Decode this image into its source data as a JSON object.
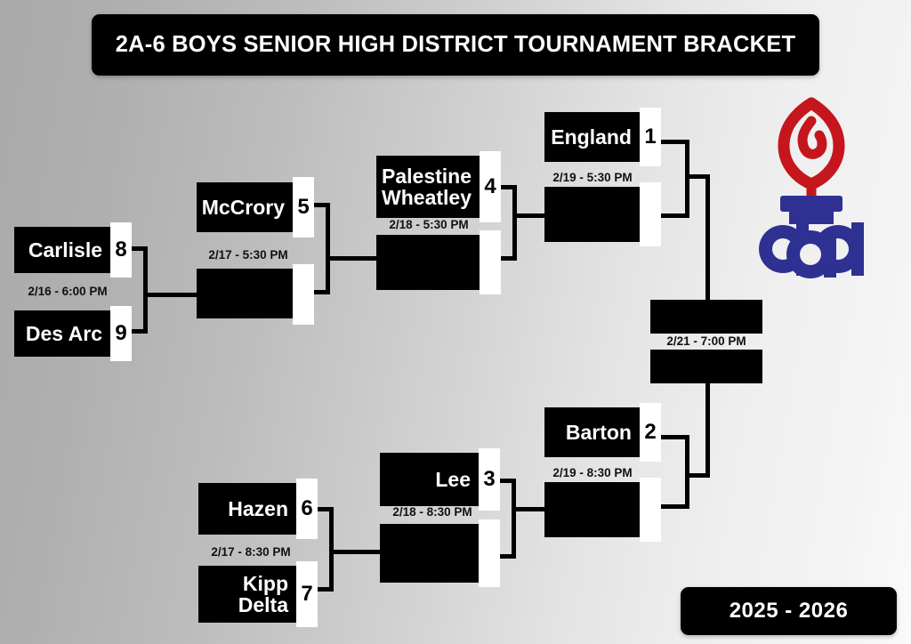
{
  "header": {
    "title": "2A-6 BOYS SENIOR HIGH DISTRICT TOURNAMENT BRACKET"
  },
  "season_badge": {
    "label": "2025 - 2026"
  },
  "logo": {
    "name": "aaa-logo",
    "alt": "Arkansas Activities Association torch logo",
    "flame_color": "#c4161c",
    "letters_color": "#2e3192"
  },
  "colors": {
    "slot_background": "#000000",
    "slot_text": "#ffffff",
    "seed_tab_background": "#ffffff",
    "seed_tab_text": "#000000",
    "connector": "#000000",
    "background_left": "#a9a9a9",
    "background_right": "#fafafa"
  },
  "bracket": {
    "rounds": [
      {
        "name": "play-in",
        "games": [
          {
            "id": "game-1",
            "time": "2/16 - 6:00 PM",
            "slots": [
              {
                "team": "Carlisle",
                "seed": "8"
              },
              {
                "team": "Des Arc",
                "seed": "9"
              }
            ]
          }
        ]
      },
      {
        "name": "first-round",
        "games": [
          {
            "id": "game-2",
            "time": "2/17 - 5:30 PM",
            "slots": [
              {
                "team": "McCrory",
                "seed": "5"
              },
              {
                "team": "",
                "seed": ""
              }
            ]
          },
          {
            "id": "game-3",
            "time": "2/17 - 8:30 PM",
            "slots": [
              {
                "team": "Hazen",
                "seed": "6"
              },
              {
                "team": "Kipp\nDelta",
                "seed": "7"
              }
            ]
          }
        ]
      },
      {
        "name": "quarterfinals",
        "games": [
          {
            "id": "game-4",
            "time": "2/18 - 5:30 PM",
            "slots": [
              {
                "team": "Palestine\nWheatley",
                "seed": "4"
              },
              {
                "team": "",
                "seed": ""
              }
            ]
          },
          {
            "id": "game-5",
            "time": "2/18 - 8:30 PM",
            "slots": [
              {
                "team": "Lee",
                "seed": "3"
              },
              {
                "team": "",
                "seed": ""
              }
            ]
          }
        ]
      },
      {
        "name": "semifinals",
        "games": [
          {
            "id": "game-6",
            "time": "2/19 - 5:30 PM",
            "slots": [
              {
                "team": "England",
                "seed": "1"
              },
              {
                "team": "",
                "seed": ""
              }
            ]
          },
          {
            "id": "game-7",
            "time": "2/19 - 8:30 PM",
            "slots": [
              {
                "team": "Barton",
                "seed": "2"
              },
              {
                "team": "",
                "seed": ""
              }
            ]
          }
        ]
      },
      {
        "name": "championship",
        "games": [
          {
            "id": "game-8",
            "time": "2/21 - 7:00 PM",
            "slots": [
              {
                "team": "",
                "seed": ""
              },
              {
                "team": "",
                "seed": ""
              }
            ]
          }
        ]
      }
    ]
  }
}
